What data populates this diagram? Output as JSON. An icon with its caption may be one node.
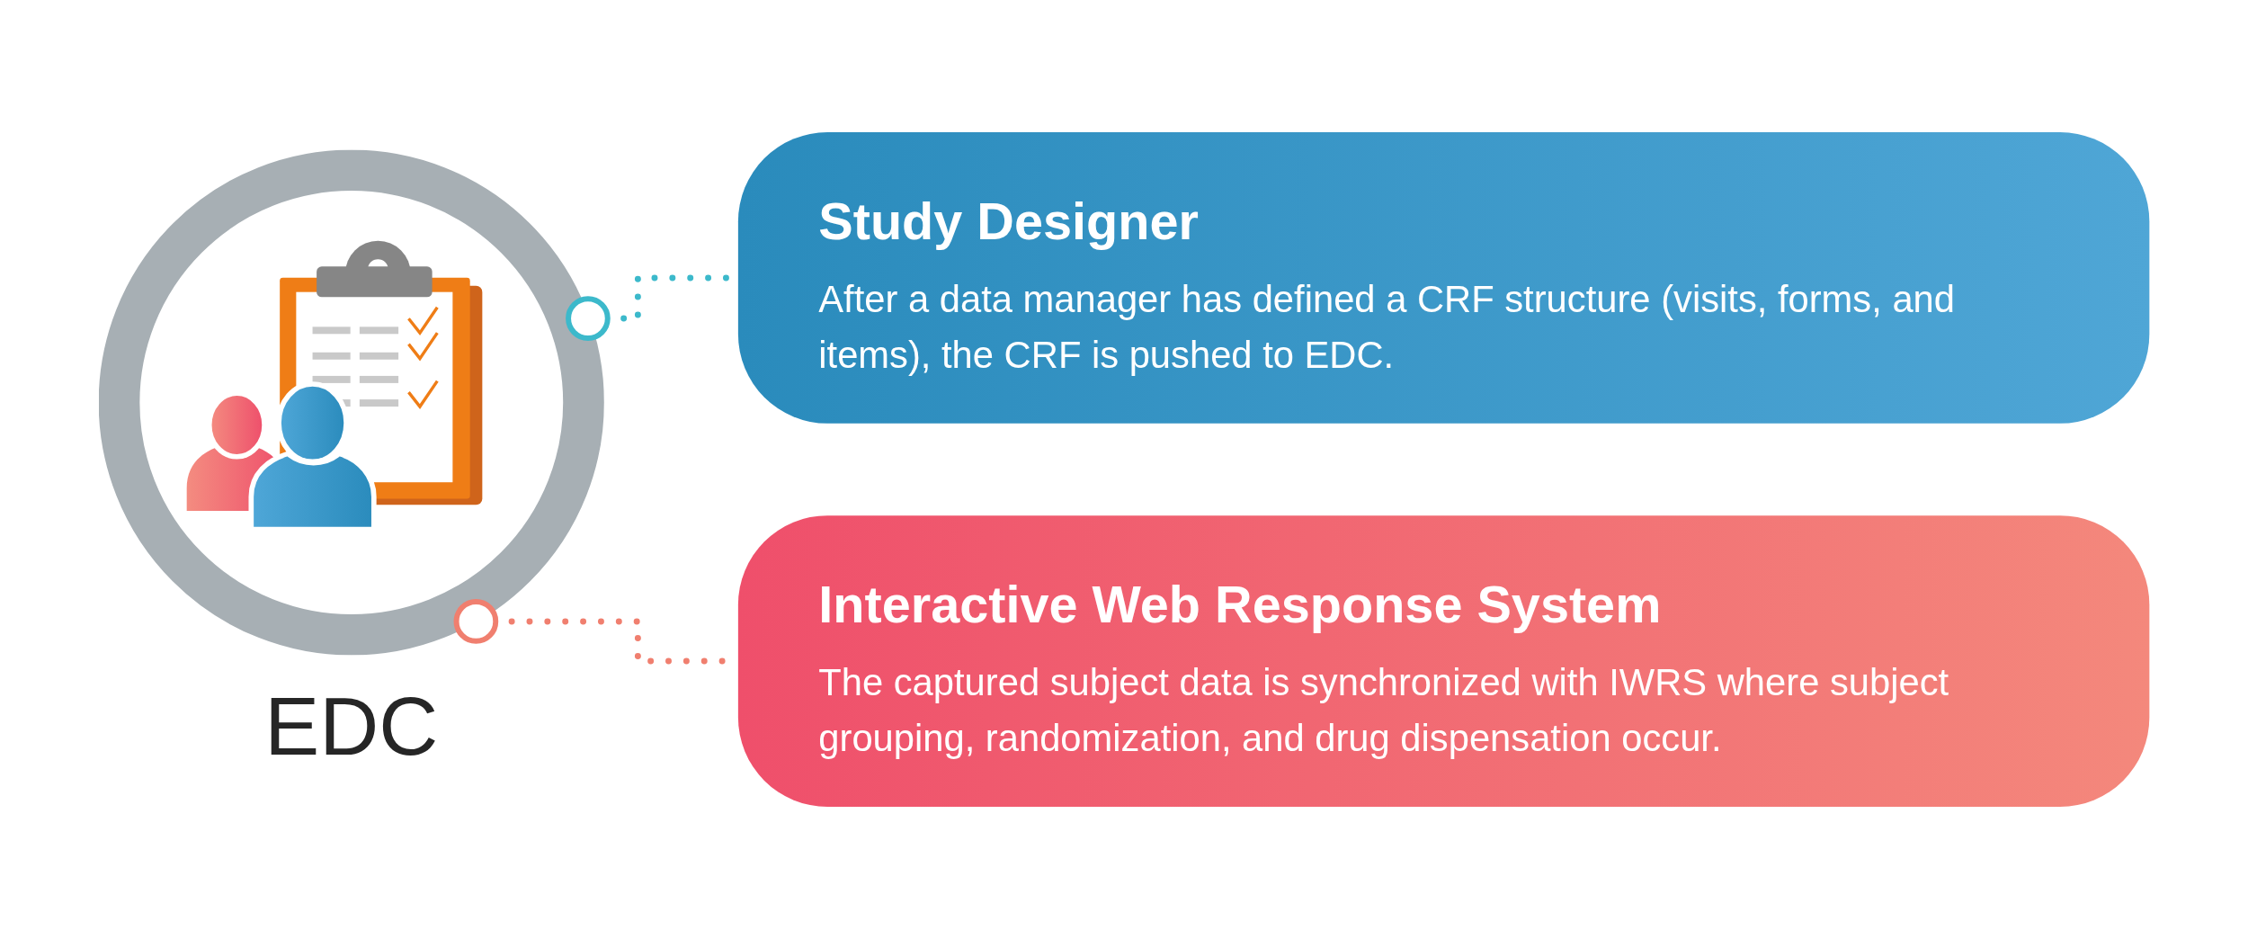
{
  "diagram": {
    "nodes": [
      {
        "text": [
          "EDC"
        ]
      },
      {
        "text": [
          "Study Designer",
          "After a data manager has defined a CRF structure (visits, forms, and items), the CRF is pushed to EDC."
        ]
      },
      {
        "text": [
          "Interactive Web Response System",
          "The captured subject data is synchronized with IWRS where subject grouping, randomization, and drug dispensation occur."
        ]
      }
    ],
    "edges": [
      {
        "from": 0,
        "to": 1,
        "arrow": "other",
        "style": "dashed",
        "color": "#3cb9cb"
      },
      {
        "from": 0,
        "to": 2,
        "arrow": "other",
        "style": "dashed",
        "color": "#f07f6f"
      }
    ]
  }
}
